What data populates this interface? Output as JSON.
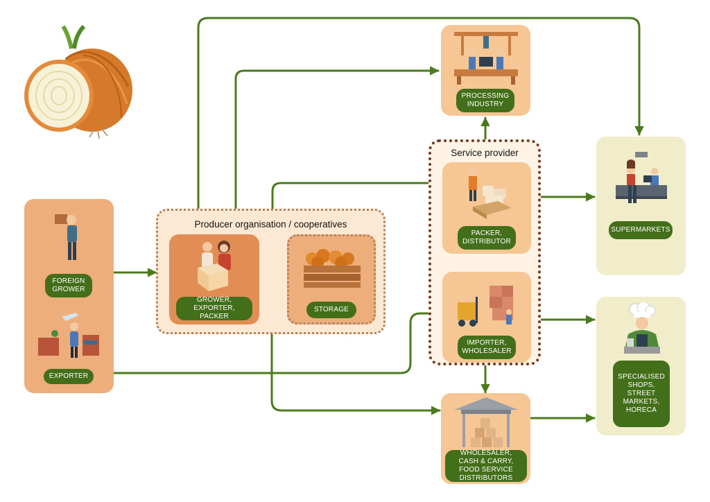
{
  "groups": {
    "producer": {
      "title": "Producer organisation / cooperatives"
    },
    "service": {
      "title": "Service provider"
    }
  },
  "nodes": {
    "foreign_grower": {
      "label": "FOREIGN GROWER",
      "icon": "farmer-with-crate-icon"
    },
    "exporter": {
      "label": "EXPORTER",
      "icon": "logistics-trade-icon"
    },
    "grower_exporter_packer": {
      "label": "GROWER, EXPORTER, PACKER",
      "icon": "workers-packing-box-icon"
    },
    "storage": {
      "label": "STORAGE",
      "icon": "onion-crate-icon"
    },
    "processing_industry": {
      "label": "PROCESSING INDUSTRY",
      "icon": "factory-workers-icon"
    },
    "packer_distributor": {
      "label": "PACKER, DISTRIBUTOR",
      "icon": "worker-pallet-boxes-icon"
    },
    "importer_wholesaler": {
      "label": "IMPORTER, WHOLESALER",
      "icon": "forklift-warehouse-icon"
    },
    "wholesaler_cash_carry": {
      "label": "WHOLESALER, CASH & CARRY, FOOD SERVICE DISTRIBUTORS",
      "icon": "warehouse-boxes-icon"
    },
    "supermarkets": {
      "label": "SUPERMARKETS",
      "icon": "supermarket-checkout-icon"
    },
    "specialised_shops": {
      "label": "SPECIALISED SHOPS, STREET MARKETS, HORECA",
      "icon": "chef-icon"
    }
  },
  "decoration": {
    "icon": "onion-icon"
  },
  "colors": {
    "arrow": "#4a7a1c",
    "pill": "#446f1a",
    "peach": "#f6c695",
    "salmon": "#eeae7c",
    "cream": "#f1ecca",
    "service_border": "#6b3b25"
  }
}
